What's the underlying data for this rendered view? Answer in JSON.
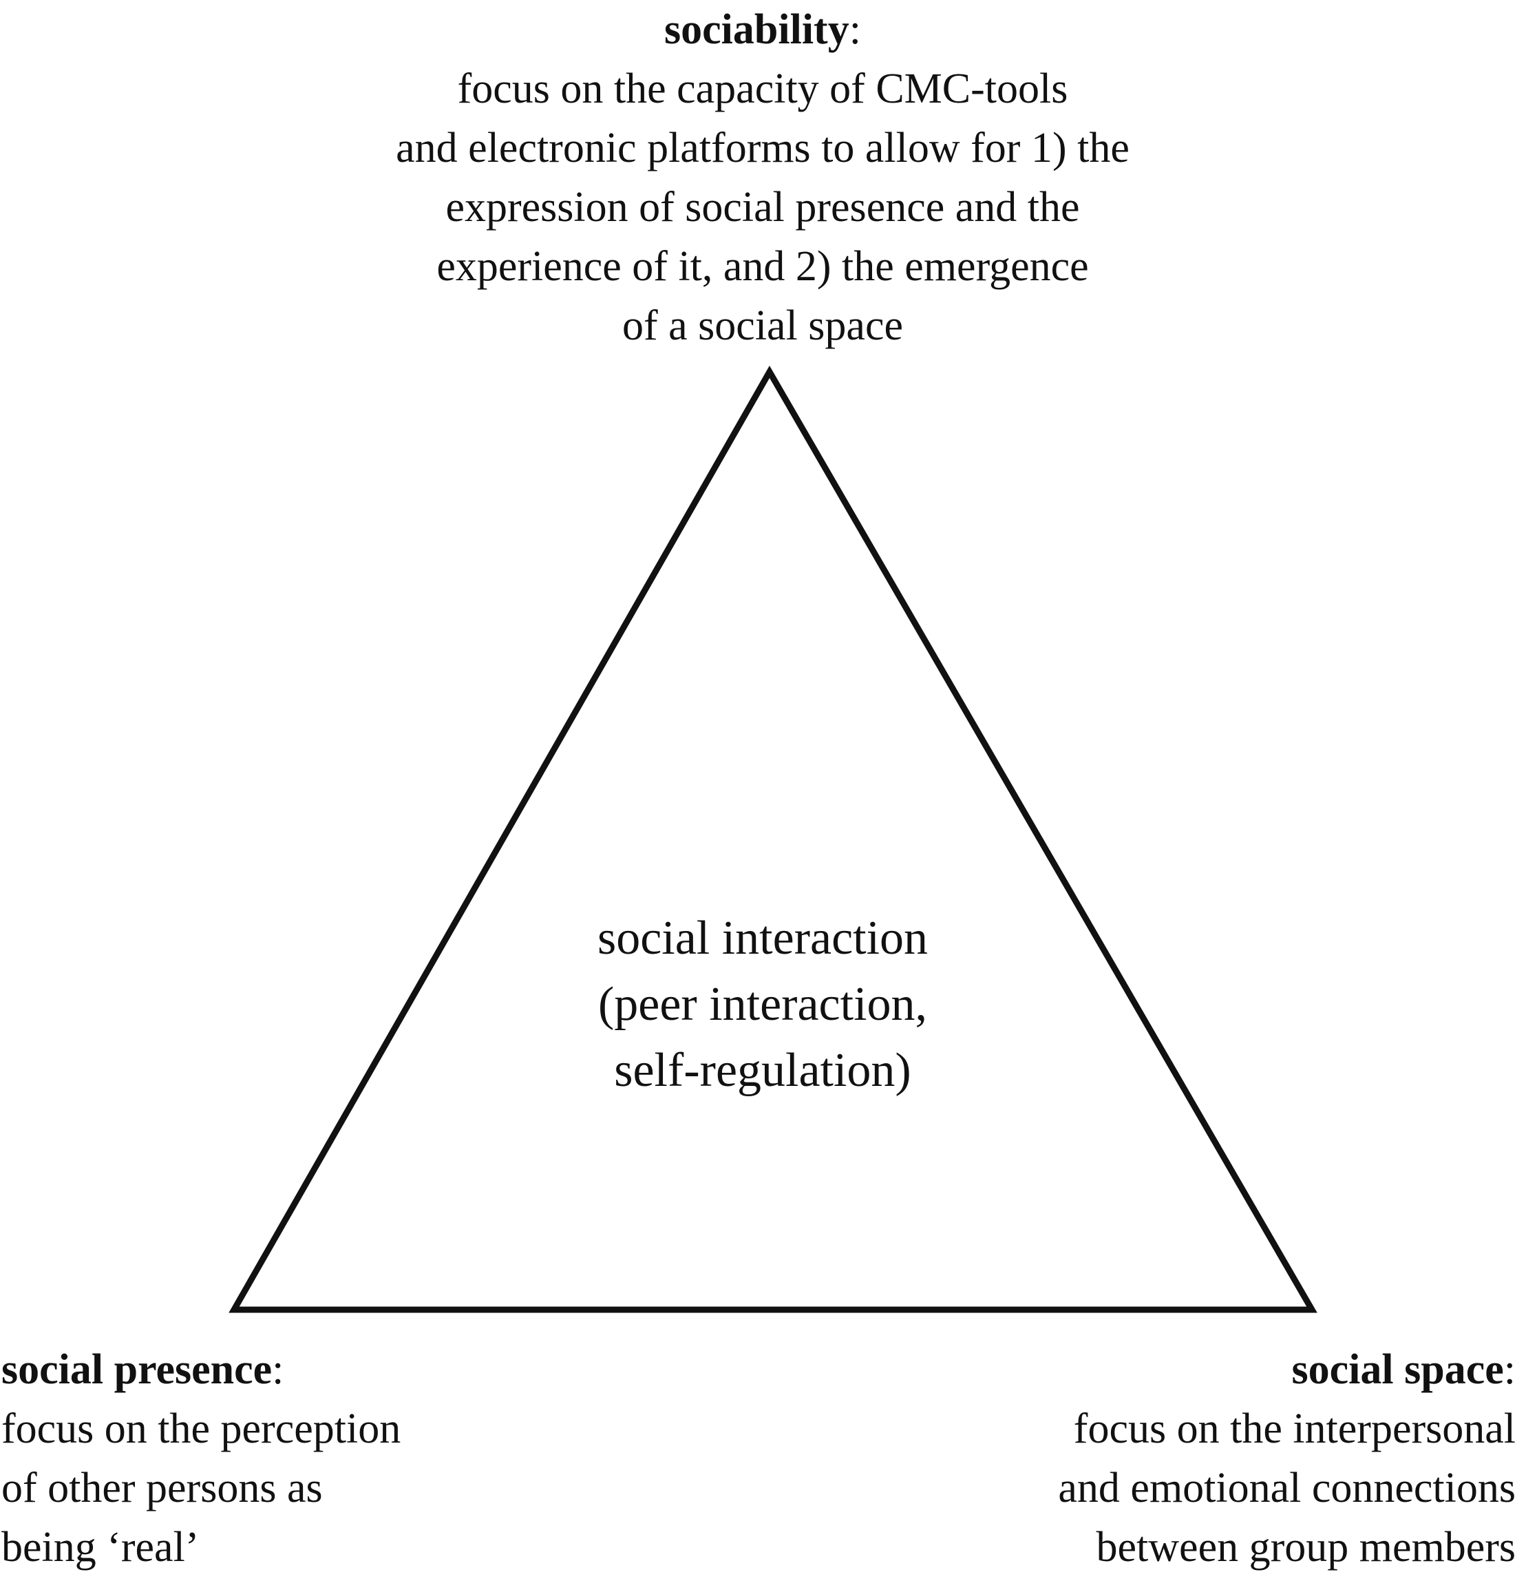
{
  "sociability": {
    "term": "sociability",
    "colon": ":",
    "lines": [
      "focus on the capacity of CMC-tools",
      "and electronic platforms to allow for 1) the",
      "expression of social presence and the",
      "experience of it, and 2) the emergence",
      "of a social space"
    ]
  },
  "social_presence": {
    "term": "social presence",
    "colon": ":",
    "lines": [
      "focus on the perception",
      "of other persons as",
      "being ‘real’"
    ]
  },
  "social_space": {
    "term": "social space",
    "colon": ":",
    "lines": [
      "focus on the interpersonal",
      "and emotional connections",
      "between group members"
    ]
  },
  "center": {
    "lines": [
      "social interaction",
      "(peer interaction,",
      "self-regulation)"
    ]
  },
  "colors": {
    "stroke": "#111111",
    "background": "#ffffff"
  }
}
